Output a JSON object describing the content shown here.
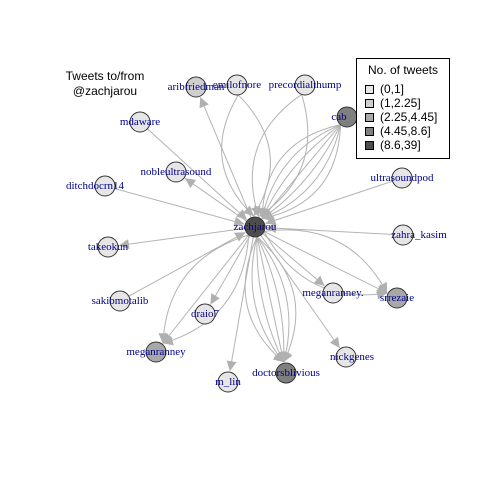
{
  "title": [
    "Tweets to/from",
    "@zachjarou"
  ],
  "legend": {
    "title": "No. of tweets",
    "items": [
      {
        "label": "(0,1]",
        "color": "#e6e6e6"
      },
      {
        "label": "(1,2.25]",
        "color": "#cfcfcf"
      },
      {
        "label": "(2.25,4.45]",
        "color": "#a8a8a8"
      },
      {
        "label": "(4.45,8.6]",
        "color": "#7f7f7f"
      },
      {
        "label": "(8.6,39]",
        "color": "#4d4d4d"
      }
    ]
  },
  "center": {
    "name": "zachjarou",
    "bin": 4
  },
  "nodes": [
    {
      "name": "aribfriedman",
      "bin": 1,
      "direction": "out",
      "edges": 1
    },
    {
      "name": "emilofnore",
      "bin": 0,
      "direction": "in",
      "edges": 2
    },
    {
      "name": "precordialthump",
      "bin": 0,
      "direction": "in",
      "edges": 2
    },
    {
      "name": "cab",
      "bin": 3,
      "direction": "in",
      "edges": 7
    },
    {
      "name": "mdaware",
      "bin": 0,
      "direction": "in",
      "edges": 1
    },
    {
      "name": "nobleultrasound",
      "bin": 0,
      "direction": "out",
      "edges": 1
    },
    {
      "name": "ultrasoundpod",
      "bin": 0,
      "direction": "in",
      "edges": 1
    },
    {
      "name": "ditchdocrn14",
      "bin": 0,
      "direction": "in",
      "edges": 1
    },
    {
      "name": "zahra_kasim",
      "bin": 0,
      "direction": "in",
      "edges": 1
    },
    {
      "name": "takeokun",
      "bin": 0,
      "direction": "out",
      "edges": 1
    },
    {
      "name": "sakibmotalib",
      "bin": 0,
      "direction": "in",
      "edges": 1
    },
    {
      "name": "meganranney.",
      "bin": 0,
      "direction": "out",
      "edges": 1
    },
    {
      "name": "srrezaie",
      "bin": 2,
      "direction": "out",
      "edges": 3
    },
    {
      "name": "draio7",
      "bin": 0,
      "direction": "out",
      "edges": 1
    },
    {
      "name": "meganranney",
      "bin": 2,
      "direction": "out",
      "edges": 3
    },
    {
      "name": "nickgenes",
      "bin": 0,
      "direction": "out",
      "edges": 1
    },
    {
      "name": "m_lin",
      "bin": 0,
      "direction": "out",
      "edges": 1
    },
    {
      "name": "doctorsblivious",
      "bin": 3,
      "direction": "out",
      "edges": 7
    }
  ]
}
